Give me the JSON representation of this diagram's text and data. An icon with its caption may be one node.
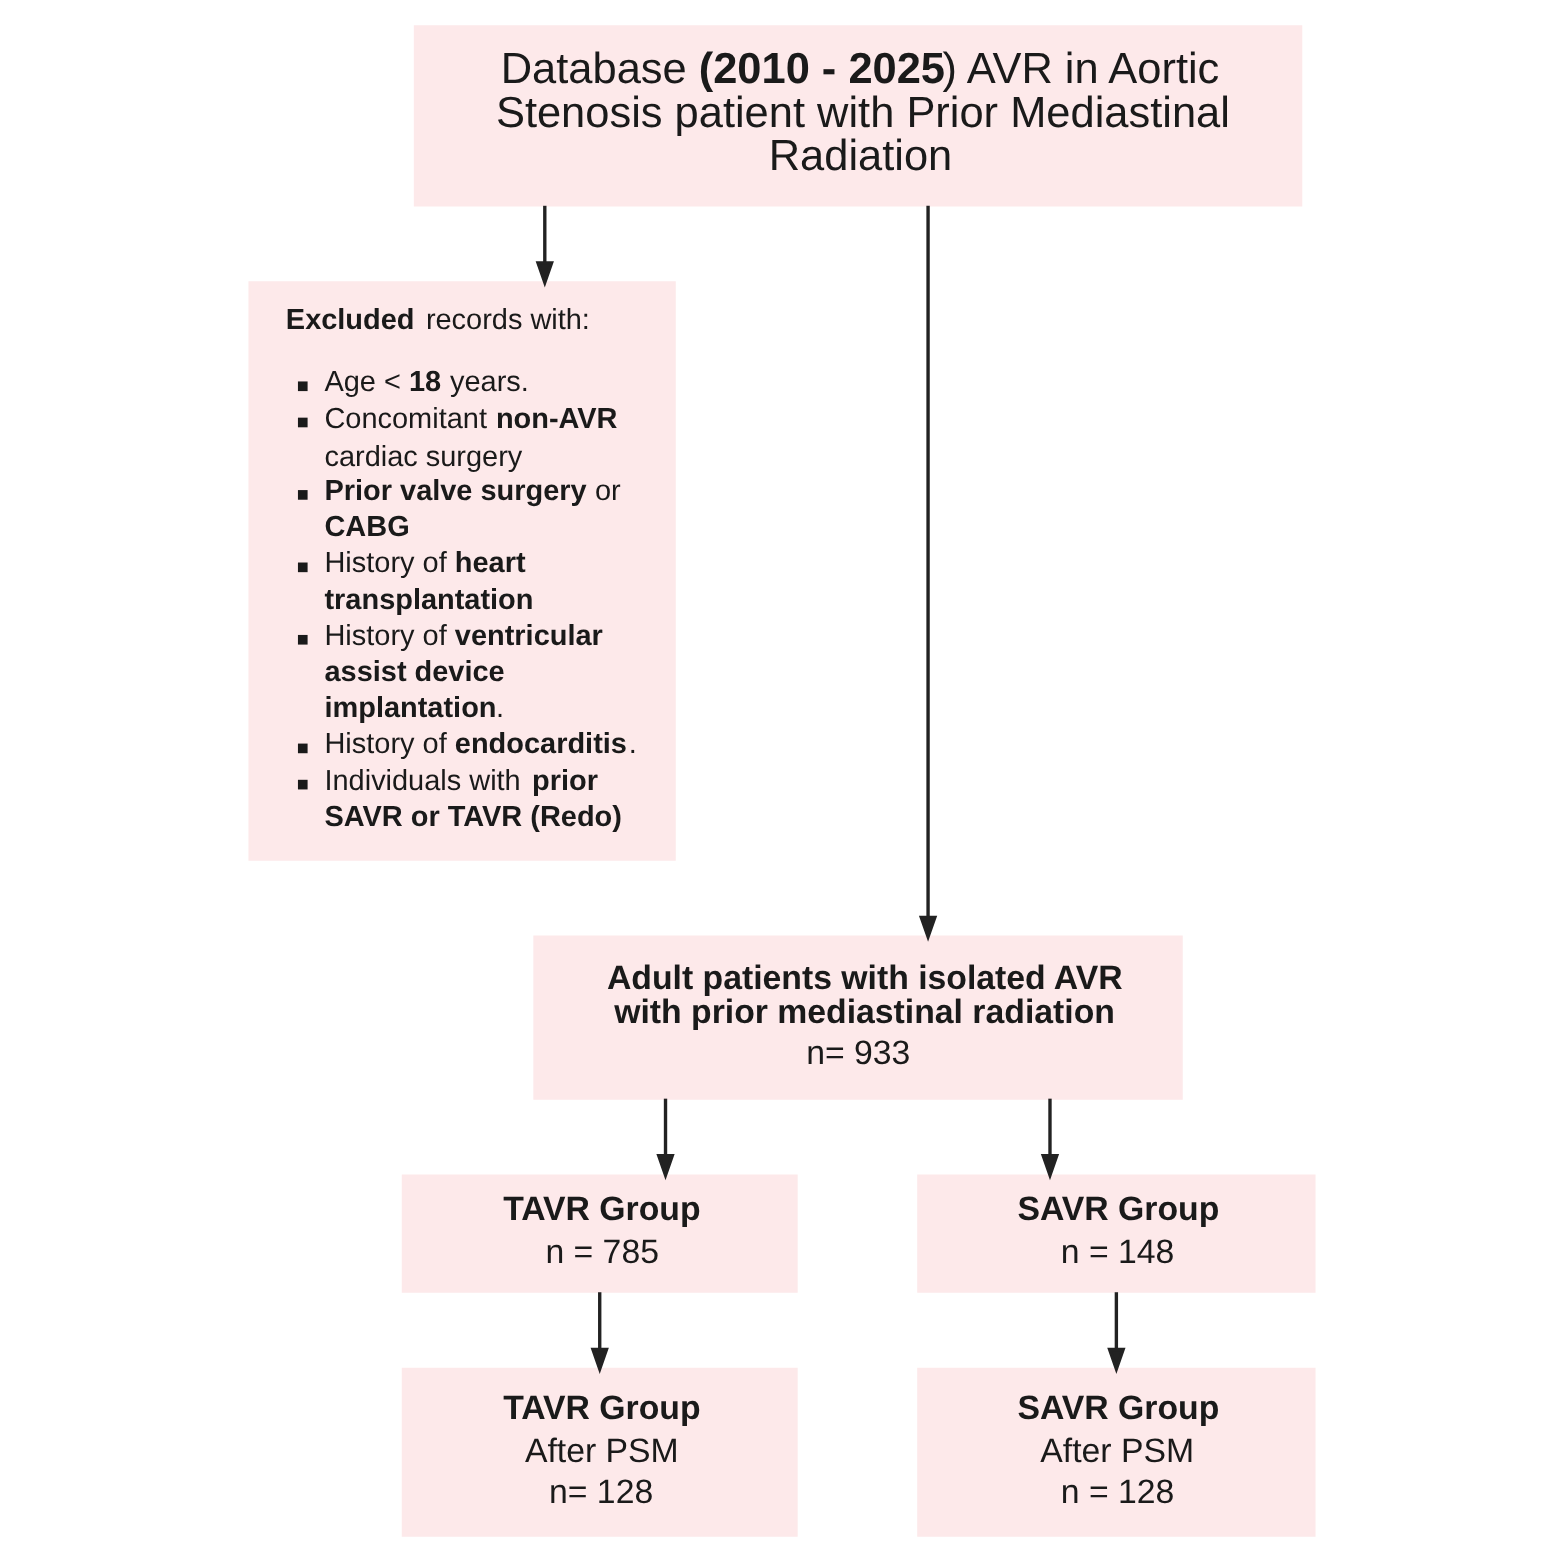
{
  "diagram": {
    "nodes": [
      {
        "text": [
          "Database **(2010 - 2025**) AVR in Aortic Stenosis patient with Prior Mediastinal Radiation"
        ]
      },
      {
        "text": [
          "**Excluded** records with:",
          "Age < **18** years.",
          "Concomitant **non-AVR** cardiac surgery",
          "**Prior valve surgery** or **CABG**",
          "History of **heart transplantation**",
          "History of **ventricular assist device implantation**.",
          "History of **endocarditis**.",
          "Individuals with **prior SAVR or TAVR (Redo)**"
        ]
      },
      {
        "text": [
          "Adult patients with isolated AVR with prior mediastinal radiation",
          "n= 933"
        ]
      },
      {
        "text": [
          "TAVR Group",
          "n = 785"
        ]
      },
      {
        "text": [
          "SAVR Group",
          "n = 148"
        ]
      },
      {
        "text": [
          "TAVR Group",
          "After PSM",
          "n= 128"
        ]
      },
      {
        "text": [
          "SAVR Group",
          "After PSM",
          "n = 128"
        ]
      }
    ],
    "edges": [
      {
        "from": 0,
        "to": 1,
        "arrow": "to"
      },
      {
        "from": 0,
        "to": 2,
        "arrow": "to"
      },
      {
        "from": 2,
        "to": 3,
        "arrow": "to"
      },
      {
        "from": 2,
        "to": 4,
        "arrow": "to"
      },
      {
        "from": 3,
        "to": 5,
        "arrow": "to"
      },
      {
        "from": 4,
        "to": 6,
        "arrow": "to"
      }
    ]
  }
}
